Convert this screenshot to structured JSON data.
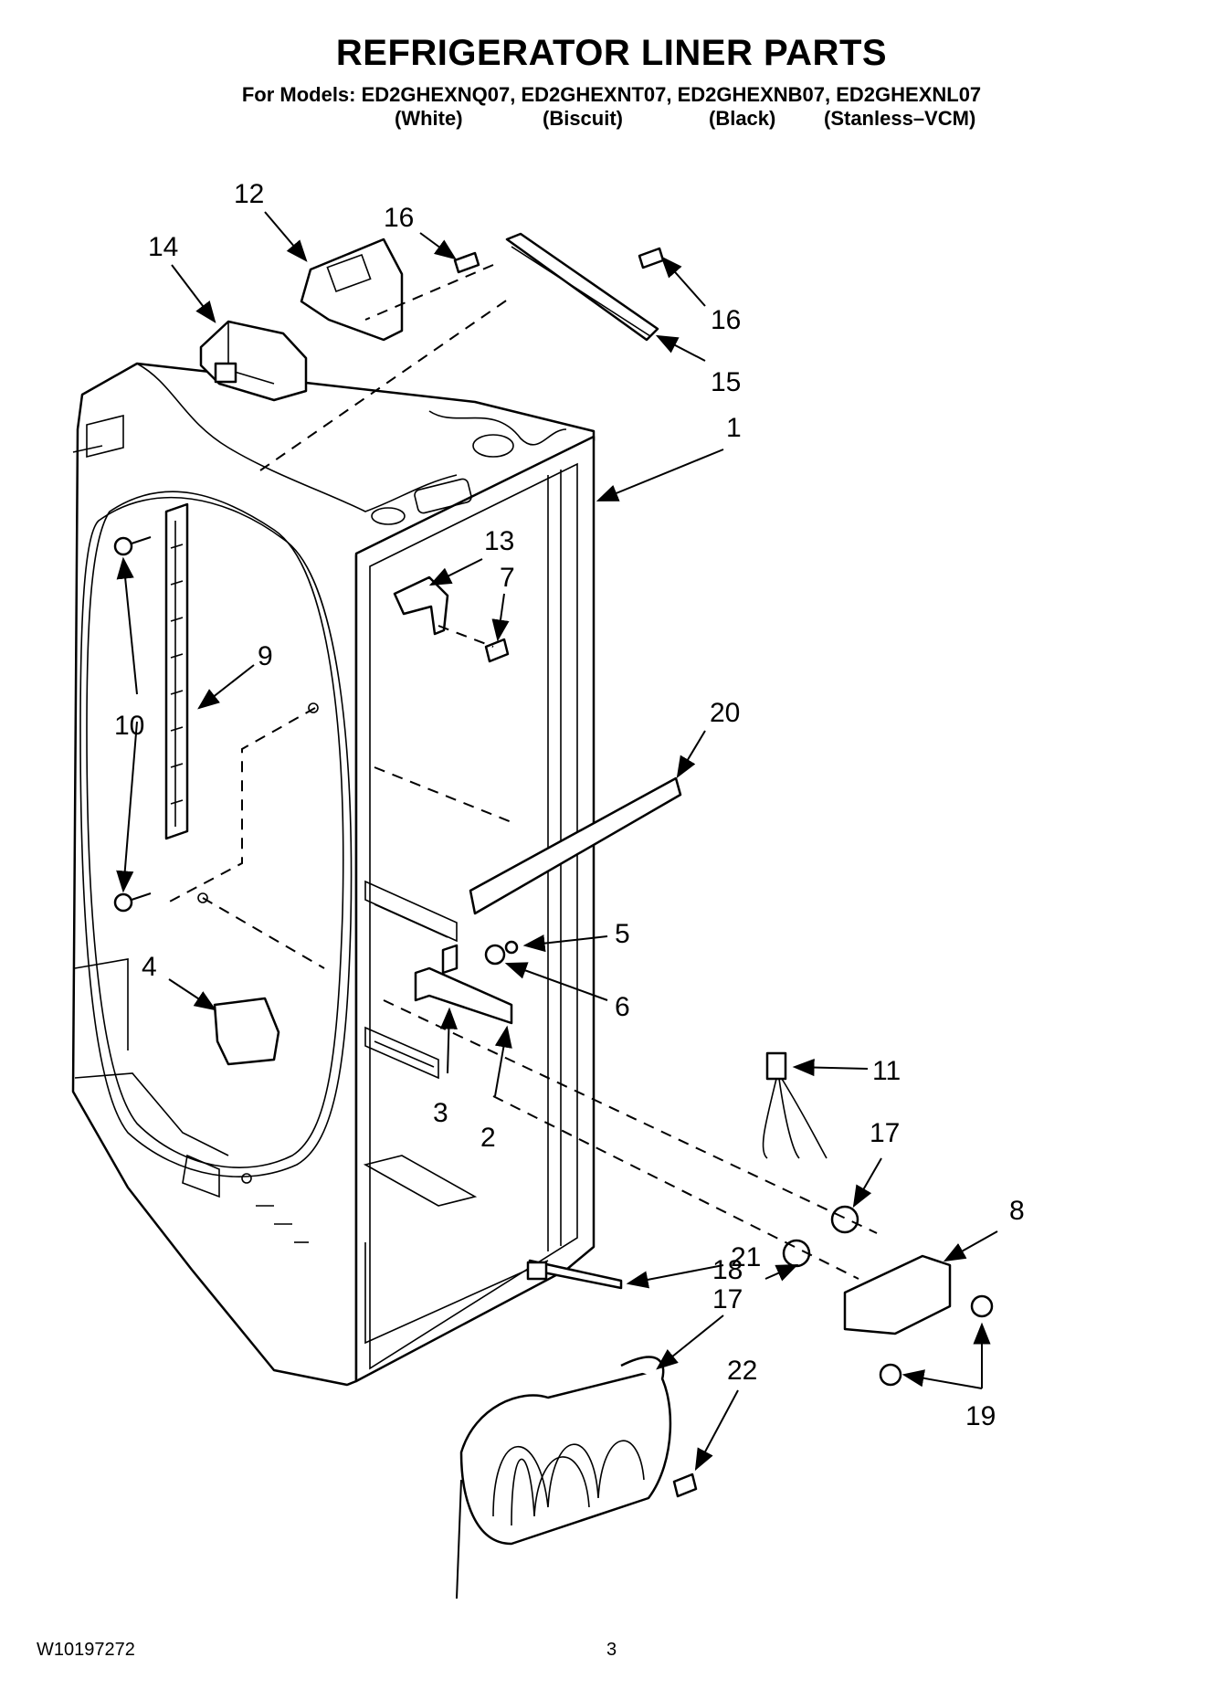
{
  "header": {
    "title": "REFRIGERATOR LINER PARTS",
    "models_line": "For Models: ED2GHEXNQ07, ED2GHEXNT07, ED2GHEXNB07, ED2GHEXNL07",
    "variants": [
      "(White)",
      "(Biscuit)",
      "(Black)",
      "(Stanless–VCM)"
    ]
  },
  "callouts": {
    "c1": "1",
    "c2": "2",
    "c3": "3",
    "c4": "4",
    "c5": "5",
    "c6": "6",
    "c7": "7",
    "c8": "8",
    "c9": "9",
    "c10": "10",
    "c11": "11",
    "c12": "12",
    "c13": "13",
    "c14": "14",
    "c15": "15",
    "c16a": "16",
    "c16b": "16",
    "c17a": "17",
    "c17b": "17",
    "c18": "18",
    "c19": "19",
    "c20": "20",
    "c21": "21",
    "c22": "22"
  },
  "footer": {
    "code": "W10197272",
    "page": "3"
  }
}
